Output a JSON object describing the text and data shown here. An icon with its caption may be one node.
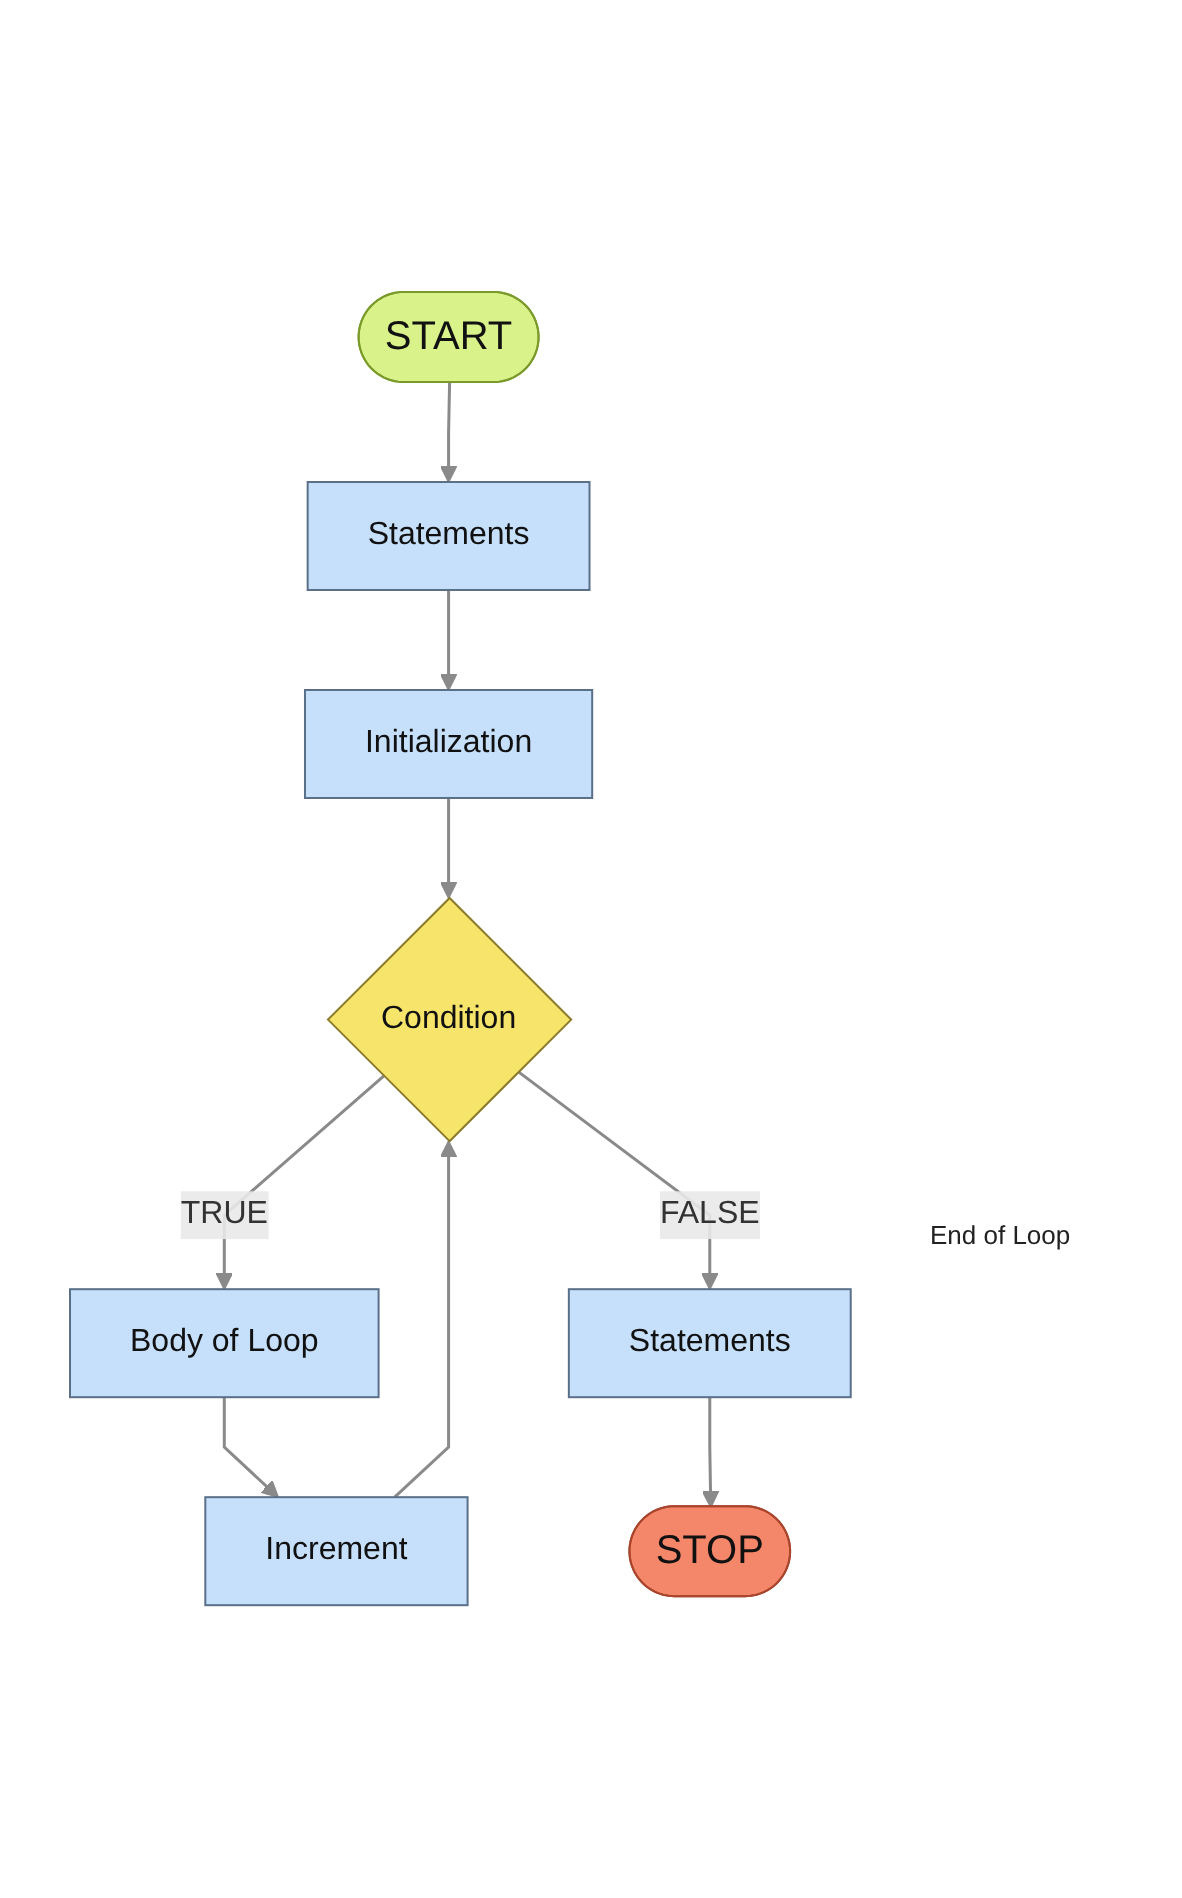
{
  "diagram": {
    "nodes": [
      {
        "text": [
          "START"
        ]
      },
      {
        "text": [
          "Statements"
        ]
      },
      {
        "text": [
          "Initialization"
        ]
      },
      {
        "text": [
          "Condition"
        ]
      },
      {
        "text": [
          "Body of Loop"
        ]
      },
      {
        "text": [
          "Increment"
        ]
      },
      {
        "text": [
          "Statements"
        ]
      },
      {
        "text": [
          "STOP"
        ]
      }
    ],
    "edges": [
      {
        "from": 0,
        "to": 1,
        "arrow": "to"
      },
      {
        "from": 1,
        "to": 2,
        "arrow": "to"
      },
      {
        "from": 2,
        "to": 3,
        "arrow": "to"
      },
      {
        "from": 3,
        "to": 4,
        "arrow": "to",
        "label": "TRUE"
      },
      {
        "from": 4,
        "to": 5,
        "arrow": "to"
      },
      {
        "from": 5,
        "to": 3,
        "arrow": "to"
      },
      {
        "from": 3,
        "to": 6,
        "arrow": "to",
        "label": "FALSE"
      },
      {
        "from": 6,
        "to": 7,
        "arrow": "to"
      }
    ],
    "labels": [
      "End of Loop"
    ]
  }
}
